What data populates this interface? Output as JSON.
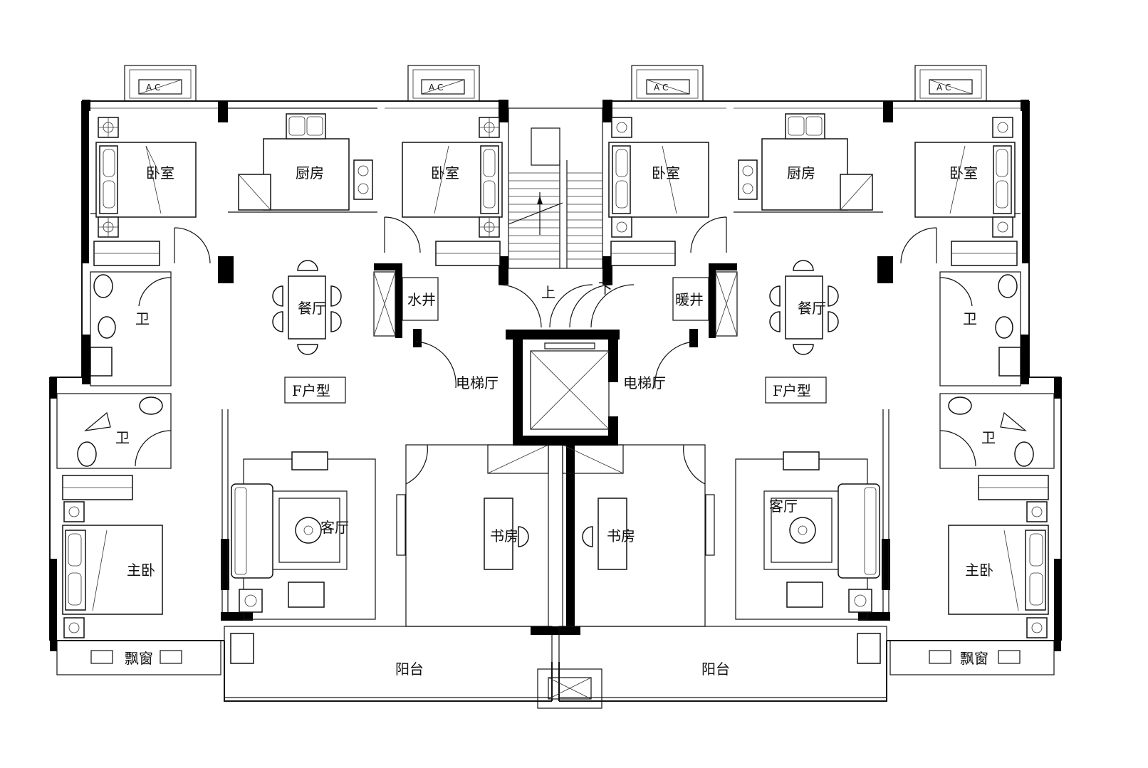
{
  "labels": {
    "bedroom": "卧室",
    "kitchen": "厨房",
    "dining": "餐厅",
    "living": "客厅",
    "master_bedroom": "主卧",
    "study": "书房",
    "balcony": "阳台",
    "bay_window": "飘窗",
    "bathroom": "卫",
    "elevator_hall": "电梯厅",
    "water_shaft": "水井",
    "heating_shaft": "暖井",
    "unit_type": "F户型",
    "stair_up": "上",
    "stair_down": "下",
    "ac_unit": "A  C"
  }
}
